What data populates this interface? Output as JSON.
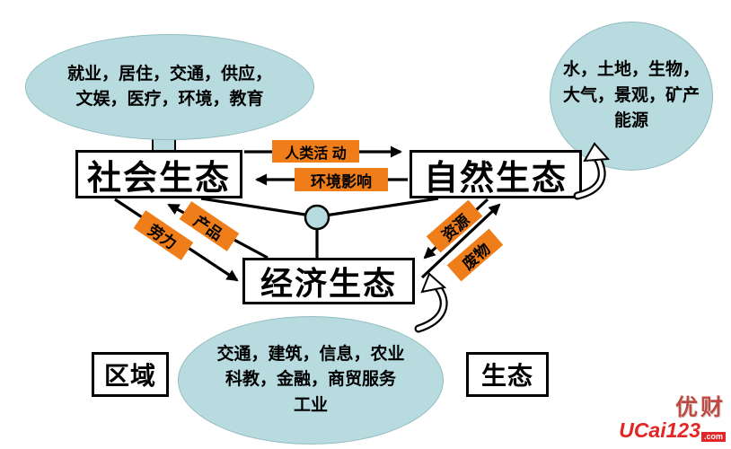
{
  "nodes": {
    "social": "社会生态",
    "natural": "自然生态",
    "economic": "经济生态",
    "region": "区域",
    "ecology": "生态"
  },
  "ellipses": {
    "social": [
      "就业，居住，交通，供应，",
      "文娱，医疗，环境，教育"
    ],
    "natural": [
      "水，土地，生物，",
      "大气，景观，矿产",
      "能源"
    ],
    "economic": [
      "交通，建筑，信息，农业",
      "科教，金融，商贸服务",
      "工业"
    ]
  },
  "flows": {
    "human_activity": {
      "label": "人类活 动",
      "from": "社会生态",
      "to": "自然生态"
    },
    "env_impact": {
      "label": "环境影响",
      "from": "自然生态",
      "to": "社会生态"
    },
    "products": {
      "label": "产品",
      "from": "经济生态",
      "to": "社会生态"
    },
    "labor": {
      "label": "劳力",
      "from": "社会生态",
      "to": "经济生态"
    },
    "resources": {
      "label": "资源",
      "from": "自然生态",
      "to": "经济生态"
    },
    "waste": {
      "label": "废物",
      "from": "经济生态",
      "to": "自然生态"
    }
  },
  "watermark": {
    "brand": "优财",
    "site": "UCai123",
    "suffix": ".com"
  },
  "colors": {
    "ellipse_fill": "#b7dbdf",
    "flow_label": "#ef7d1a",
    "arrow": "#000000",
    "node_border": "#000000",
    "watermark_red": "#e42525"
  }
}
